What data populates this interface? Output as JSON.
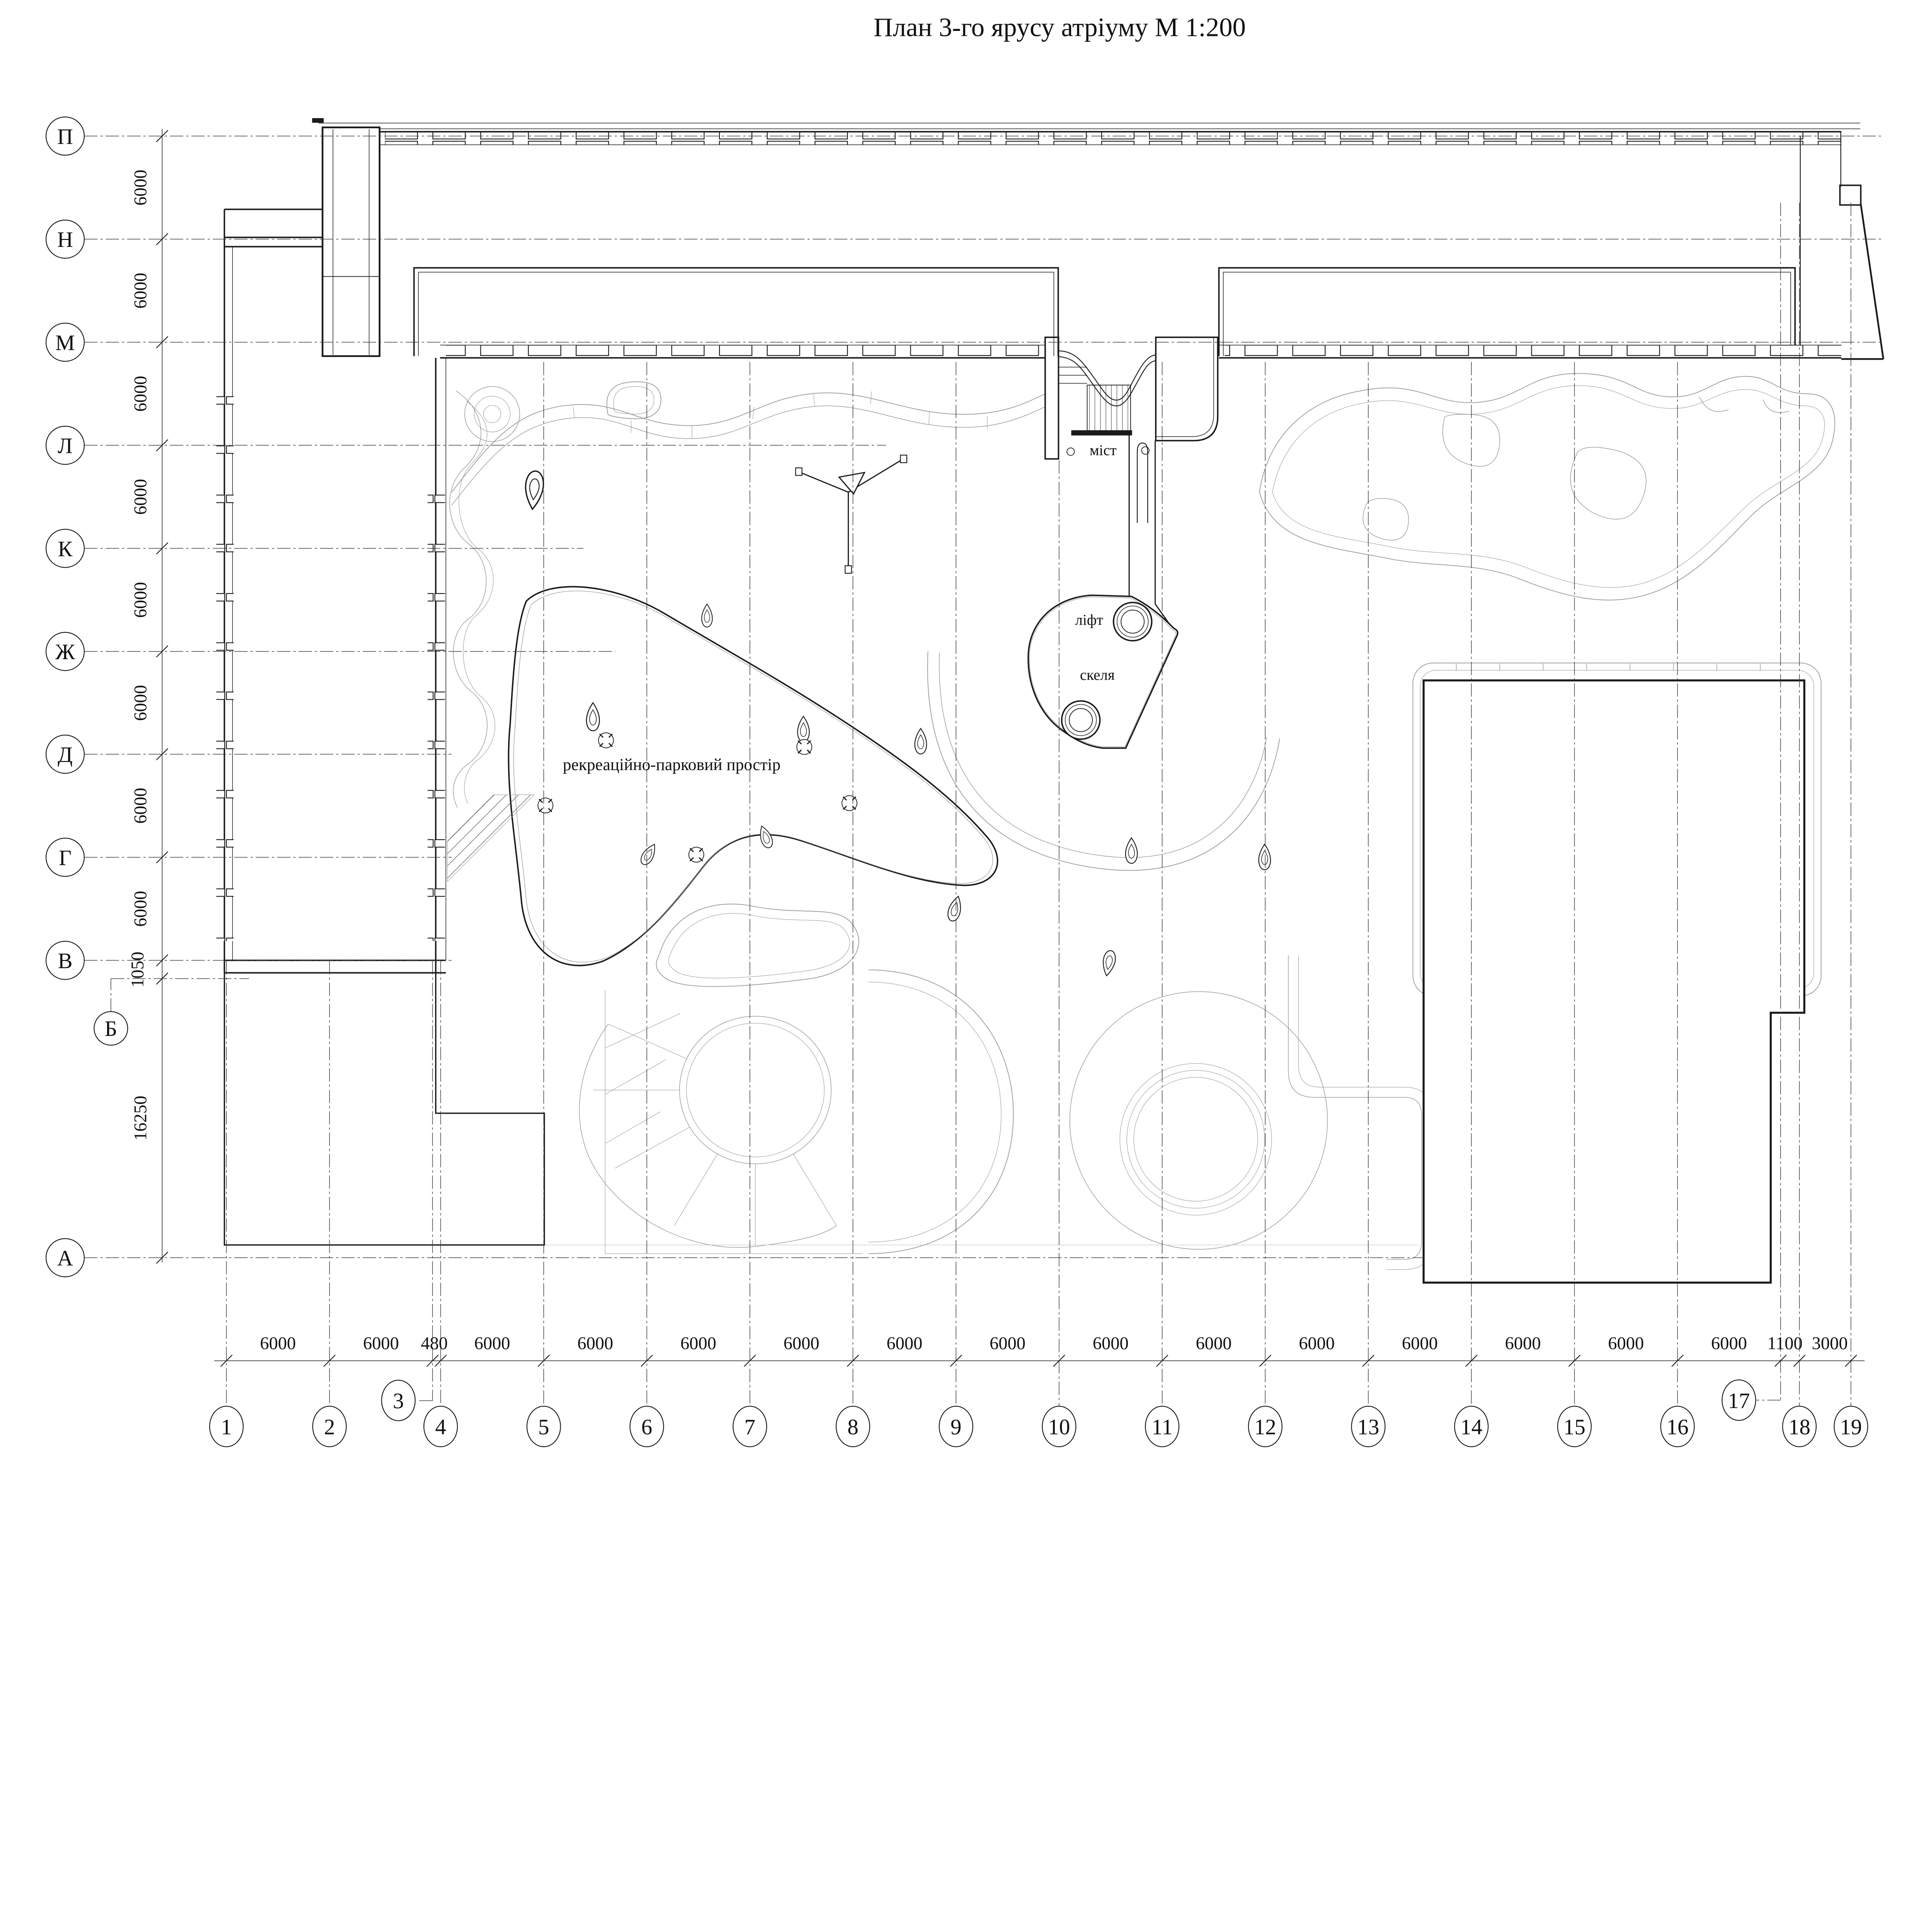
{
  "title": "План 3-го ярусу атріуму  М 1:200",
  "axes": {
    "rows": [
      {
        "label": "П"
      },
      {
        "label": "Н"
      },
      {
        "label": "М"
      },
      {
        "label": "Л"
      },
      {
        "label": "К"
      },
      {
        "label": "Ж"
      },
      {
        "label": "Д"
      },
      {
        "label": "Г"
      },
      {
        "label": "В"
      },
      {
        "label": "Б"
      },
      {
        "label": "А"
      }
    ],
    "cols": [
      "1",
      "2",
      "3",
      "4",
      "5",
      "6",
      "7",
      "8",
      "9",
      "10",
      "11",
      "12",
      "13",
      "14",
      "15",
      "16",
      "17",
      "18",
      "19"
    ],
    "row_dims": [
      "6000",
      "6000",
      "6000",
      "6000",
      "6000",
      "6000",
      "6000",
      "6000",
      "1050",
      "16250"
    ],
    "col_dims": [
      "6000",
      "6000",
      "480",
      "6000",
      "6000",
      "6000",
      "6000",
      "6000",
      "6000",
      "6000",
      "6000",
      "6000",
      "6000",
      "6000",
      "6000",
      "6000",
      "1100",
      "3000"
    ]
  },
  "labels": {
    "bridge": "міст",
    "elevator": "ліфт",
    "rock": "скеля",
    "park": "рекреаційно-парковий простір"
  },
  "colors": {
    "line": "#1a1a1a",
    "secondary": "#9b9b9b",
    "background": "#ffffff"
  }
}
